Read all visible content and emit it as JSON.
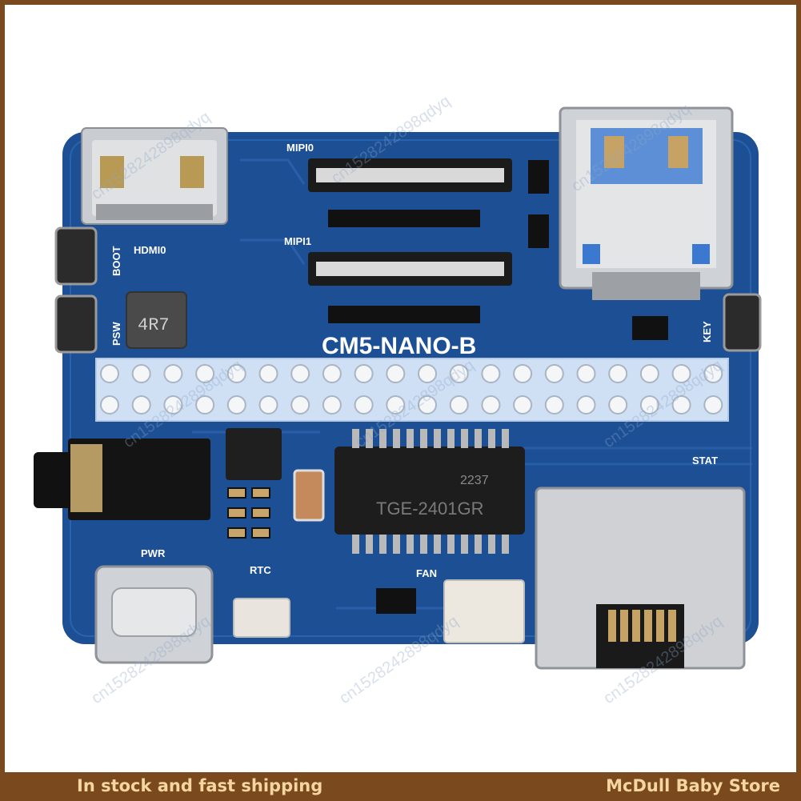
{
  "footer": {
    "left_text": "In stock and fast shipping",
    "right_text": "McDull Baby Store"
  },
  "board": {
    "model": "CM5-NANO-B",
    "labels": {
      "mipi0": "MIPI0",
      "mipi1": "MIPI1",
      "hdmi0": "HDMI0",
      "boot": "BOOT",
      "psw": "PSW",
      "key": "KEY",
      "stat": "STAT",
      "pwr": "PWR",
      "rtc": "RTC",
      "fan": "FAN"
    },
    "inductor_marking": "4R7",
    "chip_marking_1": "2237",
    "chip_marking_2": "TGE-2401GR"
  },
  "watermark": "cn1528242898qdyq",
  "colors": {
    "pcb": "#1c4f94",
    "pcb_dark": "#163f7a",
    "border": "#7a4a1e",
    "footer_text": "#f6d6a0"
  }
}
